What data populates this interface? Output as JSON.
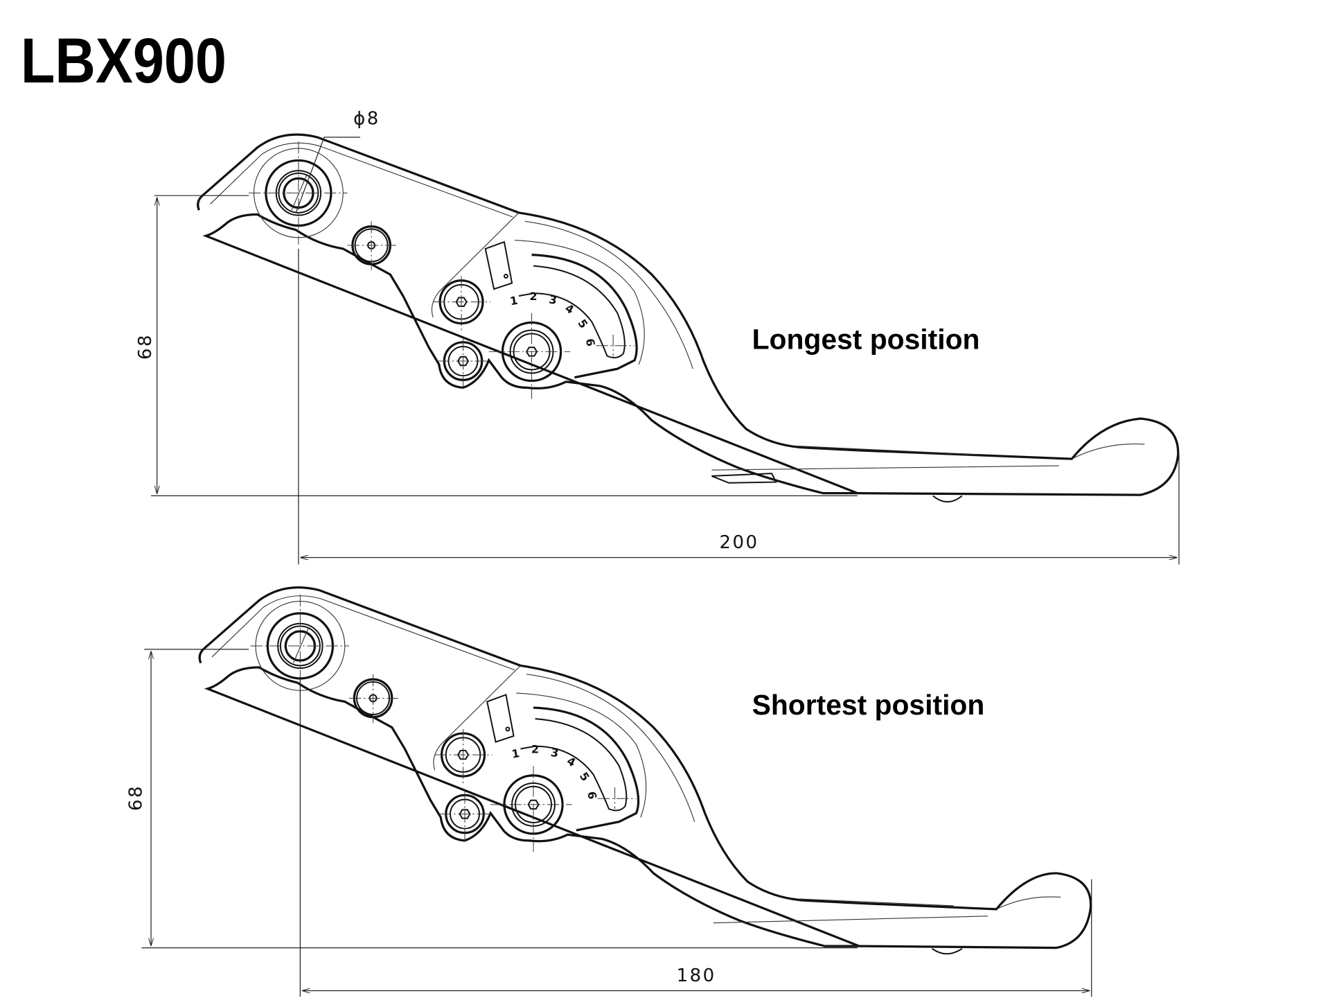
{
  "title": "LBX900",
  "top_view": {
    "label": "Longest position",
    "height_dim": "68",
    "length_dim": "200",
    "bore_dim": "ϕ8"
  },
  "bottom_view": {
    "label": "Shortest position",
    "height_dim": "68",
    "length_dim": "180"
  },
  "dial_numbers": [
    "1",
    "2",
    "3",
    "4",
    "5",
    "6"
  ]
}
